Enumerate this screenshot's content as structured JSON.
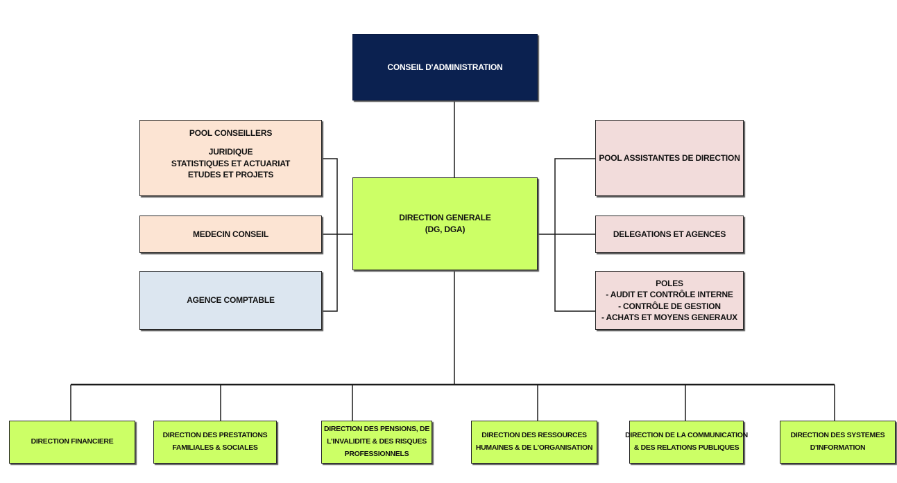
{
  "board": {
    "label": "CONSEIL D'ADMINISTRATION",
    "color": "#0b2150"
  },
  "general": {
    "title": "DIRECTION GENERALE",
    "subtitle": "(DG, DGA)",
    "color": "#ccff66"
  },
  "left": {
    "pool_conseillers": {
      "title": "POOL CONSEILLERS",
      "items": [
        "JURIDIQUE",
        "STATISTIQUES ET ACTUARIAT",
        "ETUDES ET PROJETS"
      ]
    },
    "medecin": "MEDECIN CONSEIL",
    "agence": "AGENCE COMPTABLE"
  },
  "right": {
    "pool_assistantes": "POOL ASSISTANTES DE DIRECTION",
    "delegations": "DELEGATIONS ET AGENCES",
    "poles": {
      "title": "POLES",
      "items": [
        "- AUDIT ET CONTRÔLE INTERNE",
        "- CONTRÔLE DE GESTION",
        "- ACHATS ET MOYENS GENERAUX"
      ]
    }
  },
  "directions": [
    {
      "lines": [
        "DIRECTION FINANCIERE"
      ]
    },
    {
      "lines": [
        "DIRECTION DES PRESTATIONS",
        "FAMILIALES & SOCIALES"
      ]
    },
    {
      "lines": [
        "DIRECTION DES PENSIONS, DE",
        "L'INVALIDITE & DES RISQUES",
        "PROFESSIONNELS"
      ]
    },
    {
      "lines": [
        "DIRECTION DES RESSOURCES",
        "HUMAINES & DE L'ORGANISATION"
      ]
    },
    {
      "lines": [
        "DIRECTION DE LA COMMUNICATION",
        "& DES RELATIONS PUBLIQUES"
      ]
    },
    {
      "lines": [
        "DIRECTION DES SYSTEMES",
        "D'INFORMATION"
      ]
    }
  ]
}
